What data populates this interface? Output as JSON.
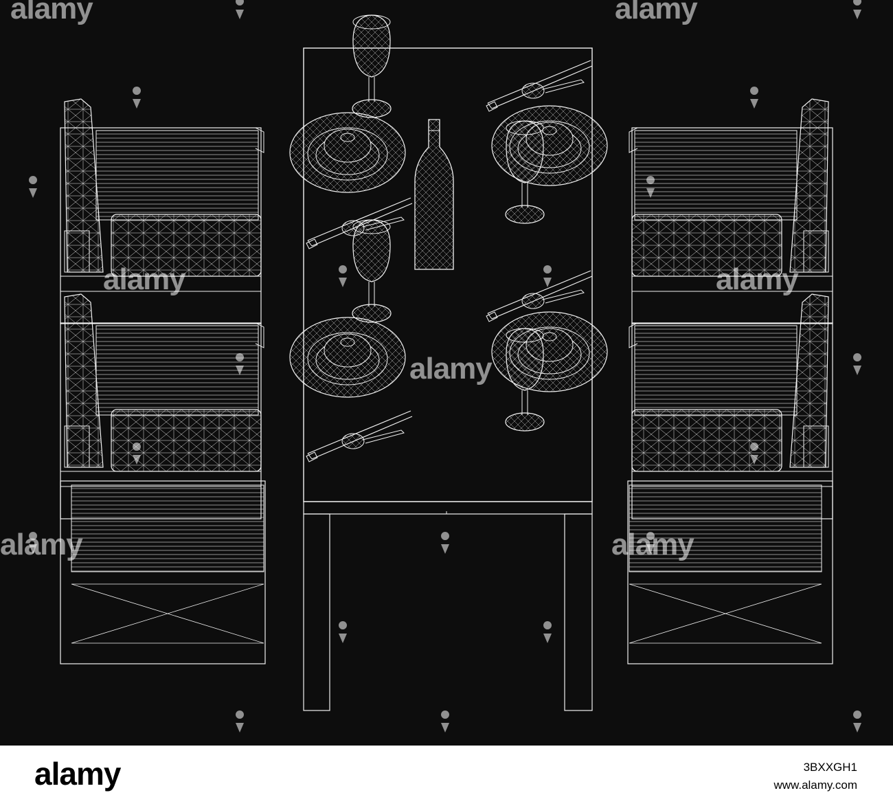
{
  "watermark": {
    "brand": "alamy"
  },
  "footer": {
    "logo": "alamy",
    "image_id": "3BXXGH1",
    "site": "www.alamy.com"
  },
  "colors": {
    "background": "#0d0d0d",
    "wireframe": "#f2f2f2",
    "footer_background": "#ffffff",
    "footer_text": "#000000"
  }
}
